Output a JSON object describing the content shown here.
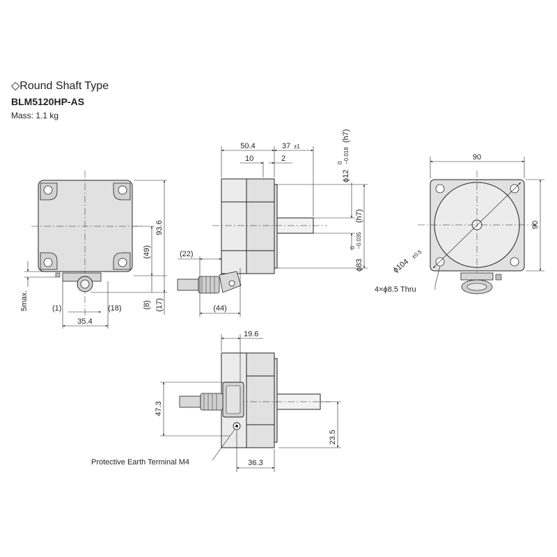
{
  "header": {
    "title": "◇Round Shaft Type",
    "model": "BLM5120HP-AS",
    "mass": "Mass: 1.1 kg"
  },
  "front_view": {
    "dim_height": "93.6",
    "dim_49": "(49)",
    "dim_8": "(8)",
    "dim_17": "(17)",
    "dim_5max": "5max.",
    "dim_1": "(1)",
    "dim_18": "(18)",
    "dim_35_4": "35.4"
  },
  "side_view": {
    "dim_50_4": "50.4",
    "dim_37": "37",
    "dim_37_tol": "±1",
    "dim_10": "10",
    "dim_2": "2",
    "dim_shaft": "ϕ12",
    "dim_shaft_tol_top": "0",
    "dim_shaft_tol_bottom": "−0.018",
    "dim_shaft_fit": "(h7)",
    "dim_pilot": "ϕ83",
    "dim_pilot_tol_top": "0",
    "dim_pilot_tol_bottom": "−0.035",
    "dim_pilot_fit": "(h7)",
    "dim_22": "(22)",
    "dim_44": "(44)"
  },
  "flange_view": {
    "dim_width": "90",
    "dim_height": "90",
    "dim_pcd": "ϕ104",
    "dim_pcd_tol": "±0.5",
    "holes": "4×ϕ8.5 Thru"
  },
  "bottom_view": {
    "dim_19_6": "19.6",
    "dim_47_3": "47.3",
    "dim_23_5": "23.5",
    "dim_36_3": "36.3",
    "earth_terminal": "Protective Earth Terminal M4"
  }
}
